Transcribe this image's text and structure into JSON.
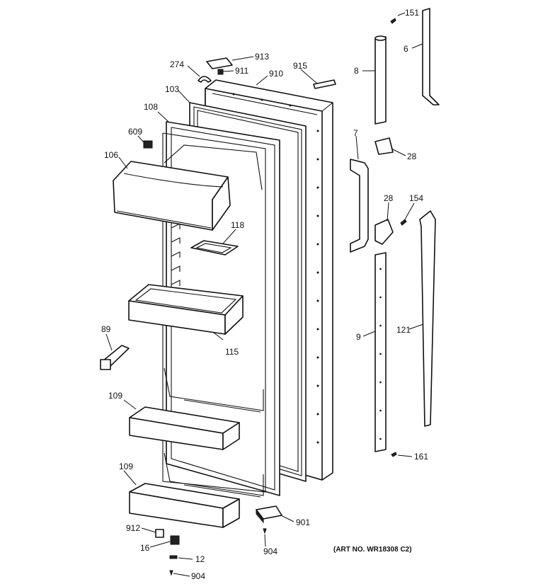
{
  "labels": {
    "p151_top": "151",
    "p6": "6",
    "p8": "8",
    "p913": "913",
    "p274": "274",
    "p911": "911",
    "p910": "910",
    "p915": "915",
    "p103": "103",
    "p108": "108",
    "p609": "609",
    "p106": "106",
    "p7": "7",
    "p28_top": "28",
    "p28_mid": "28",
    "p154": "154",
    "p118": "118",
    "p89": "89",
    "p115": "115",
    "p9": "9",
    "p121": "121",
    "p109_top": "109",
    "p161": "161",
    "p109_bottom": "109",
    "p901": "901",
    "p912": "912",
    "p16": "16",
    "p12": "12",
    "p904_mid": "904",
    "p904_bottom": "904"
  },
  "art_number": "(ART NO. WR18308 C2)"
}
